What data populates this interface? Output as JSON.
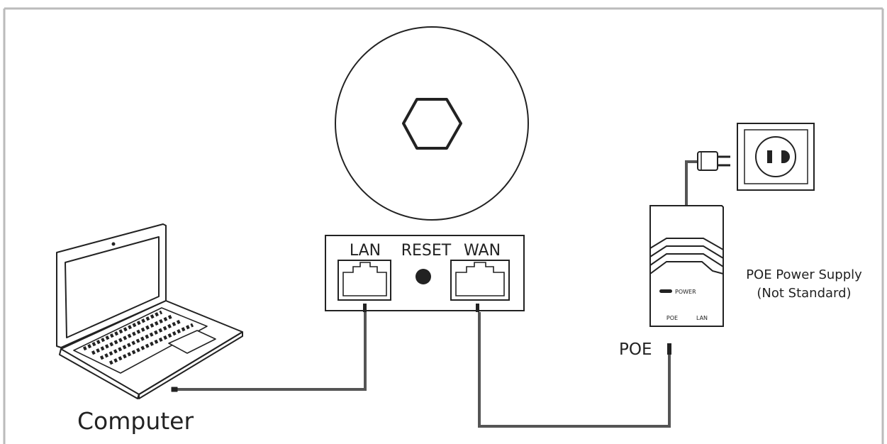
{
  "router": {
    "port_lan": "LAN",
    "port_reset": "RESET",
    "port_wan": "WAN"
  },
  "poe_adapter": {
    "power_label": "POWER",
    "port_poe": "POE",
    "port_lan": "LAN"
  },
  "labels": {
    "computer": "Computer",
    "poe_port": "POE",
    "supply_line1": "POE Power Supply",
    "supply_line2": "(Not Standard)"
  },
  "colors": {
    "line": "#222222",
    "cable": "#555555",
    "frame": "#bbbbbb"
  }
}
